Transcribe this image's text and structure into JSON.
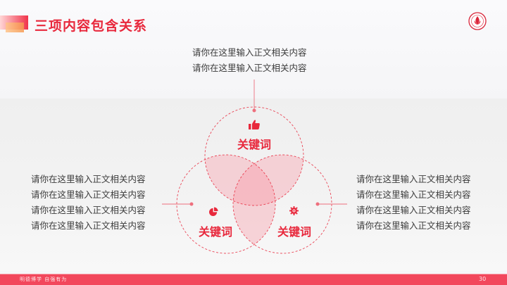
{
  "slide": {
    "title": "三项内容包含关系",
    "page_number": "30",
    "footer_motto": "明德博学  自强有为",
    "accent_color": "#e8283c",
    "footer_color": "#f2475c"
  },
  "top_text": [
    "请你在这里输入正文相关内容",
    "请你在这里输入正文相关内容"
  ],
  "left_text": [
    "请你在这里输入正文相关内容",
    "请你在这里输入正文相关内容",
    "请你在这里输入正文相关内容",
    "请你在这里输入正文相关内容"
  ],
  "right_text": [
    "请你在这里输入正文相关内容",
    "请你在这里输入正文相关内容",
    "请你在这里输入正文相关内容",
    "请你在这里输入正文相关内容"
  ],
  "venn": {
    "circles": [
      {
        "id": "top",
        "keyword": "关键词",
        "icon": "thumbs-up-icon"
      },
      {
        "id": "bottom-left",
        "keyword": "关键词",
        "icon": "pie-chart-icon"
      },
      {
        "id": "bottom-right",
        "keyword": "关键词",
        "icon": "gear-icon"
      }
    ]
  }
}
